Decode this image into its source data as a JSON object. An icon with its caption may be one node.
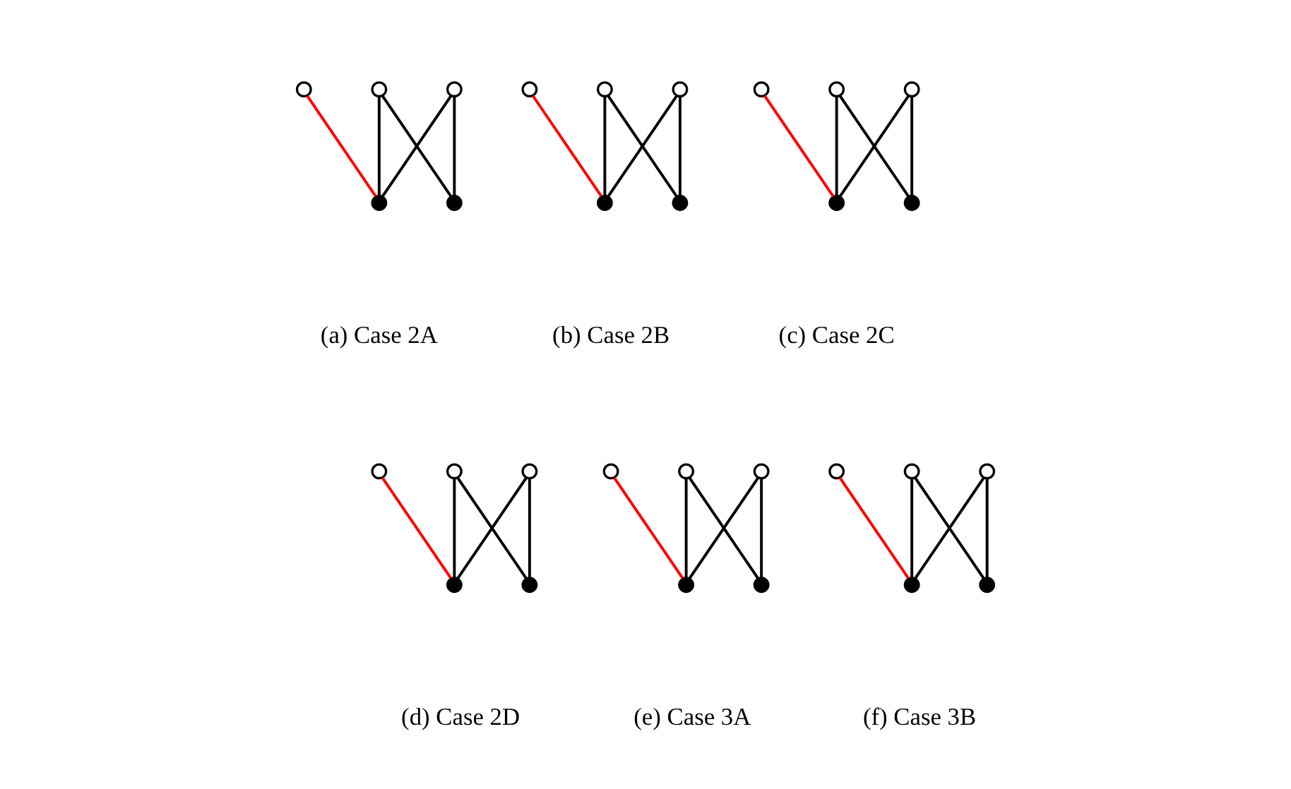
{
  "diagram": {
    "nodes": [
      {
        "text": [],
        "shape": "circle"
      },
      {
        "text": [],
        "shape": "circle"
      },
      {
        "text": [],
        "shape": "circle"
      },
      {
        "text": [],
        "shape": "circle"
      },
      {
        "text": [],
        "shape": "circle"
      },
      {
        "text": [],
        "shape": "circle"
      },
      {
        "text": [],
        "shape": "circle"
      },
      {
        "text": [],
        "shape": "circle"
      },
      {
        "text": [],
        "shape": "circle"
      },
      {
        "text": [],
        "shape": "circle"
      },
      {
        "text": [],
        "shape": "circle"
      },
      {
        "text": [],
        "shape": "circle"
      },
      {
        "text": [],
        "shape": "circle"
      },
      {
        "text": [],
        "shape": "circle"
      },
      {
        "text": [],
        "shape": "circle"
      },
      {
        "text": [],
        "shape": "circle"
      },
      {
        "text": [],
        "shape": "circle"
      },
      {
        "text": [],
        "shape": "circle"
      },
      {
        "text": [],
        "shape": "circle"
      },
      {
        "text": [],
        "shape": "circle"
      },
      {
        "text": [],
        "shape": "circle"
      },
      {
        "text": [],
        "shape": "circle"
      },
      {
        "text": [],
        "shape": "circle"
      },
      {
        "text": [],
        "shape": "circle"
      },
      {
        "text": [],
        "shape": "circle"
      },
      {
        "text": [],
        "shape": "circle"
      },
      {
        "text": [],
        "shape": "circle"
      },
      {
        "text": [],
        "shape": "circle"
      },
      {
        "text": [],
        "shape": "circle"
      },
      {
        "text": [],
        "shape": "circle"
      }
    ],
    "edges": [
      {
        "from": 0,
        "to": 3,
        "arrow": "none"
      },
      {
        "from": 0,
        "to": 4,
        "arrow": "none"
      },
      {
        "from": 2,
        "to": 3,
        "arrow": "none"
      },
      {
        "from": 2,
        "to": 4,
        "arrow": "none"
      },
      {
        "from": 1,
        "to": 3,
        "arrow": "none",
        "color": "#ff0000"
      },
      {
        "from": 5,
        "to": 8,
        "arrow": "none"
      },
      {
        "from": 5,
        "to": 9,
        "arrow": "none"
      },
      {
        "from": 7,
        "to": 8,
        "arrow": "none"
      },
      {
        "from": 7,
        "to": 9,
        "arrow": "none"
      },
      {
        "from": 6,
        "to": 8,
        "arrow": "none",
        "color": "#ff0000"
      },
      {
        "from": 10,
        "to": 13,
        "arrow": "none"
      },
      {
        "from": 10,
        "to": 14,
        "arrow": "none"
      },
      {
        "from": 12,
        "to": 13,
        "arrow": "none"
      },
      {
        "from": 12,
        "to": 14,
        "arrow": "none"
      },
      {
        "from": 11,
        "to": 13,
        "arrow": "none",
        "color": "#ff0000"
      },
      {
        "from": 15,
        "to": 18,
        "arrow": "none"
      },
      {
        "from": 15,
        "to": 19,
        "arrow": "none"
      },
      {
        "from": 17,
        "to": 18,
        "arrow": "none"
      },
      {
        "from": 17,
        "to": 19,
        "arrow": "none"
      },
      {
        "from": 16,
        "to": 18,
        "arrow": "none",
        "color": "#ff0000"
      },
      {
        "from": 20,
        "to": 23,
        "arrow": "none"
      },
      {
        "from": 20,
        "to": 24,
        "arrow": "none"
      },
      {
        "from": 22,
        "to": 23,
        "arrow": "none"
      },
      {
        "from": 22,
        "to": 24,
        "arrow": "none"
      },
      {
        "from": 21,
        "to": 23,
        "arrow": "none",
        "color": "#ff0000"
      },
      {
        "from": 25,
        "to": 28,
        "arrow": "none"
      },
      {
        "from": 25,
        "to": 29,
        "arrow": "none"
      },
      {
        "from": 27,
        "to": 28,
        "arrow": "none"
      },
      {
        "from": 27,
        "to": 29,
        "arrow": "none"
      },
      {
        "from": 26,
        "to": 28,
        "arrow": "none",
        "color": "#ff0000"
      }
    ],
    "labels": [
      "(a) Case 2A",
      "(b) Case 2B",
      "(c) Case 2C",
      "(d) Case 2D",
      "(e) Case 3A",
      "(f) Case 3B"
    ]
  }
}
